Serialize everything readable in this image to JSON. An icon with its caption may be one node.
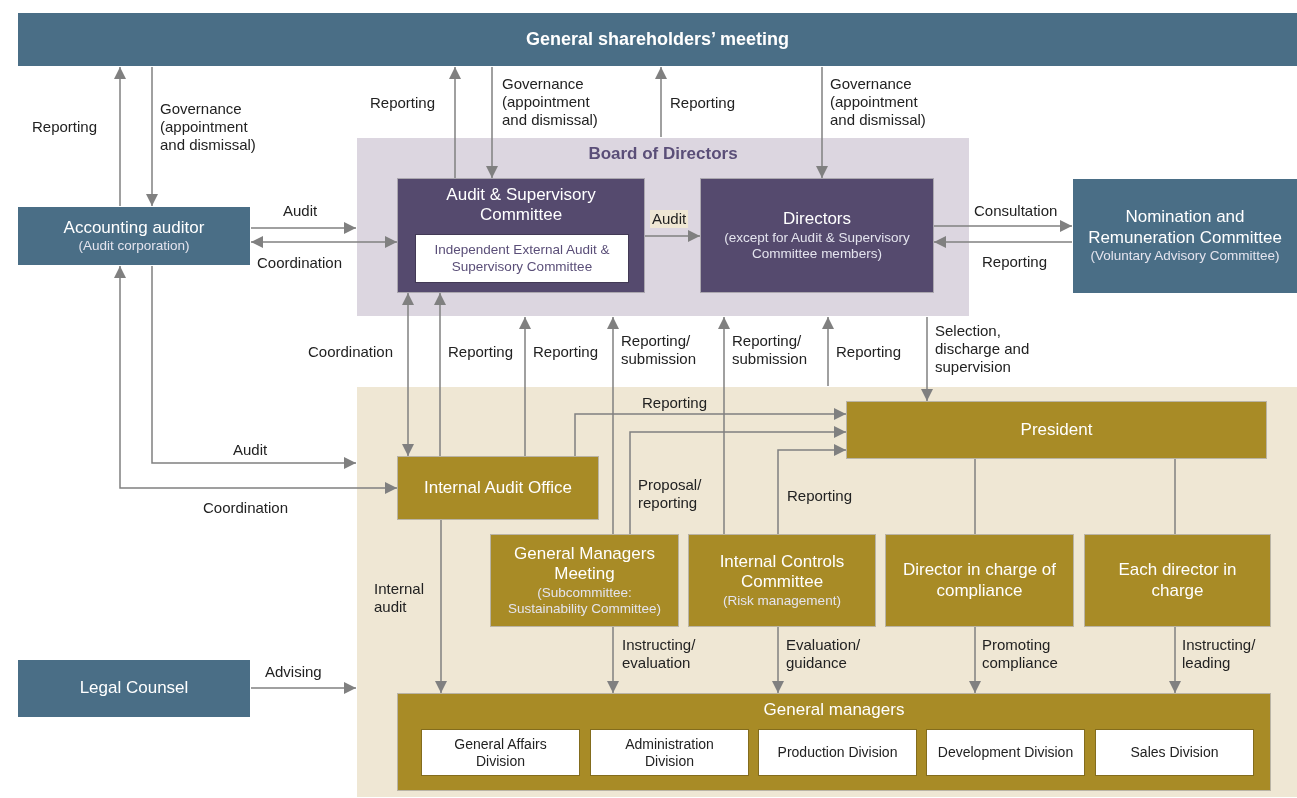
{
  "diagram": {
    "nodes": [
      {
        "text": [
          "General shareholders’ meeting"
        ]
      },
      {
        "text": [
          "Board of Directors"
        ]
      },
      {
        "text": [
          "Audit & Supervisory Committee"
        ],
        "in": 1
      },
      {
        "text": [
          "Independent External Audit & Supervisory Committee"
        ],
        "in": 2
      },
      {
        "text": [
          "Directors",
          "(except for Audit & Supervisory Committee members)"
        ],
        "in": 1
      },
      {
        "text": [
          "Accounting auditor",
          "(Audit corporation)"
        ]
      },
      {
        "text": [
          "Nomination and Remuneration Committee",
          "(Voluntary Advisory Committee)"
        ]
      },
      {
        "text": [],
        "shape": "box"
      },
      {
        "text": [
          "President"
        ],
        "in": 7
      },
      {
        "text": [
          "Internal Audit Office"
        ],
        "in": 7
      },
      {
        "text": [
          "General Managers Meeting",
          "(Subcommittee: Sustainability Committee)"
        ],
        "in": 7
      },
      {
        "text": [
          "Internal Controls Committee",
          "(Risk management)"
        ],
        "in": 7
      },
      {
        "text": [
          "Director in charge of compliance"
        ],
        "in": 7
      },
      {
        "text": [
          "Each director in charge"
        ],
        "in": 7
      },
      {
        "text": [
          "General managers"
        ],
        "in": 7
      },
      {
        "text": [
          "General Affairs Division"
        ],
        "in": 14
      },
      {
        "text": [
          "Administration Division"
        ],
        "in": 14
      },
      {
        "text": [
          "Production Division"
        ],
        "in": 14
      },
      {
        "text": [
          "Development Division"
        ],
        "in": 14
      },
      {
        "text": [
          "Sales Division"
        ],
        "in": 14
      },
      {
        "text": [
          "Legal Counsel"
        ]
      }
    ],
    "edges": [
      {
        "from": 5,
        "to": 0,
        "arrow": "to",
        "label": "Reporting"
      },
      {
        "from": 0,
        "to": 5,
        "arrow": "to",
        "label": "Governance (appointment and dismissal)"
      },
      {
        "from": 2,
        "to": 0,
        "arrow": "to",
        "label": "Reporting"
      },
      {
        "from": 0,
        "to": 2,
        "arrow": "to",
        "label": "Governance (appointment and dismissal)"
      },
      {
        "from": 1,
        "to": 0,
        "arrow": "to",
        "label": "Reporting"
      },
      {
        "from": 0,
        "to": 4,
        "arrow": "to",
        "label": "Governance (appointment and dismissal)"
      },
      {
        "from": 5,
        "to": 1,
        "arrow": "to",
        "label": "Audit"
      },
      {
        "from": 5,
        "to": 2,
        "arrow": "both",
        "label": "Coordination"
      },
      {
        "from": 2,
        "to": 4,
        "arrow": "to",
        "label": "Audit"
      },
      {
        "from": 4,
        "to": 6,
        "arrow": "to",
        "label": "Consultation"
      },
      {
        "from": 6,
        "to": 4,
        "arrow": "to",
        "label": "Reporting"
      },
      {
        "from": 9,
        "to": 2,
        "arrow": "both",
        "label": "Coordination"
      },
      {
        "from": 9,
        "to": 2,
        "arrow": "to",
        "label": "Reporting"
      },
      {
        "from": 9,
        "to": 1,
        "arrow": "to",
        "label": "Reporting"
      },
      {
        "from": 10,
        "to": 1,
        "arrow": "to",
        "label": "Reporting/ submission"
      },
      {
        "from": 11,
        "to": 1,
        "arrow": "to",
        "label": "Reporting/ submission"
      },
      {
        "from": 7,
        "to": 1,
        "arrow": "to",
        "label": "Reporting"
      },
      {
        "from": 1,
        "to": 8,
        "arrow": "to",
        "label": "Selection, discharge and supervision"
      },
      {
        "from": 9,
        "to": 8,
        "arrow": "to",
        "label": "Reporting"
      },
      {
        "from": 10,
        "to": 8,
        "arrow": "to",
        "label": "Proposal/ reporting"
      },
      {
        "from": 11,
        "to": 8,
        "arrow": "to",
        "label": "Reporting"
      },
      {
        "from": 8,
        "to": 12,
        "arrow": "none"
      },
      {
        "from": 8,
        "to": 13,
        "arrow": "none"
      },
      {
        "from": 5,
        "to": 7,
        "arrow": "to",
        "label": "Audit"
      },
      {
        "from": 5,
        "to": 9,
        "arrow": "both",
        "label": "Coordination"
      },
      {
        "from": 9,
        "to": 14,
        "arrow": "to",
        "label": "Internal audit"
      },
      {
        "from": 10,
        "to": 14,
        "arrow": "to",
        "label": "Instructing/ evaluation"
      },
      {
        "from": 11,
        "to": 14,
        "arrow": "to",
        "label": "Evaluation/ guidance"
      },
      {
        "from": 12,
        "to": 14,
        "arrow": "to",
        "label": "Promoting compliance"
      },
      {
        "from": 13,
        "to": 14,
        "arrow": "to",
        "label": "Instructing/ leading"
      },
      {
        "from": 20,
        "to": 7,
        "arrow": "to",
        "label": "Advising"
      }
    ]
  }
}
